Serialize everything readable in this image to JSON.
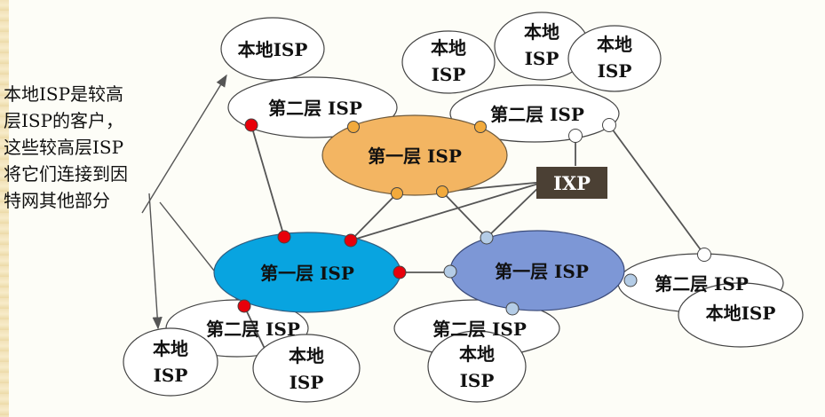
{
  "caption": {
    "lines": [
      "本地ISP是较高",
      "层ISP的客户，",
      "这些较高层ISP",
      "将它们连接到因",
      "特网其他部分"
    ]
  },
  "ixp": {
    "label": "IXP"
  },
  "tier1": {
    "top": "第一层 ISP",
    "left": "第一层 ISP",
    "right": "第一层 ISP"
  },
  "tier2": {
    "top_left": "第二层 ISP",
    "top_right": "第二层 ISP",
    "bottom_left": "第二层 ISP",
    "bottom_mid": "第二层 ISP",
    "right": "第二层 ISP"
  },
  "local": {
    "top_left": "本地ISP",
    "top_a": [
      "本地",
      "ISP"
    ],
    "top_b": [
      "本地",
      "ISP"
    ],
    "top_c": [
      "本地",
      "ISP"
    ],
    "bottom_left_a": [
      "本地",
      "ISP"
    ],
    "bottom_left_b": [
      "本地",
      "ISP"
    ],
    "bottom_mid": [
      "本地",
      "ISP"
    ],
    "right": "本地ISP"
  },
  "colors": {
    "tier1_top": "#f3b562",
    "tier1_left": "#08a4e0",
    "tier1_right": "#7d97d6",
    "ixp_box": "#4b4034",
    "node_red": "#e8000a",
    "node_orange": "#f2aa3c",
    "node_light_blue": "#b4cce6",
    "node_white": "#ffffff",
    "link": "#555555"
  }
}
